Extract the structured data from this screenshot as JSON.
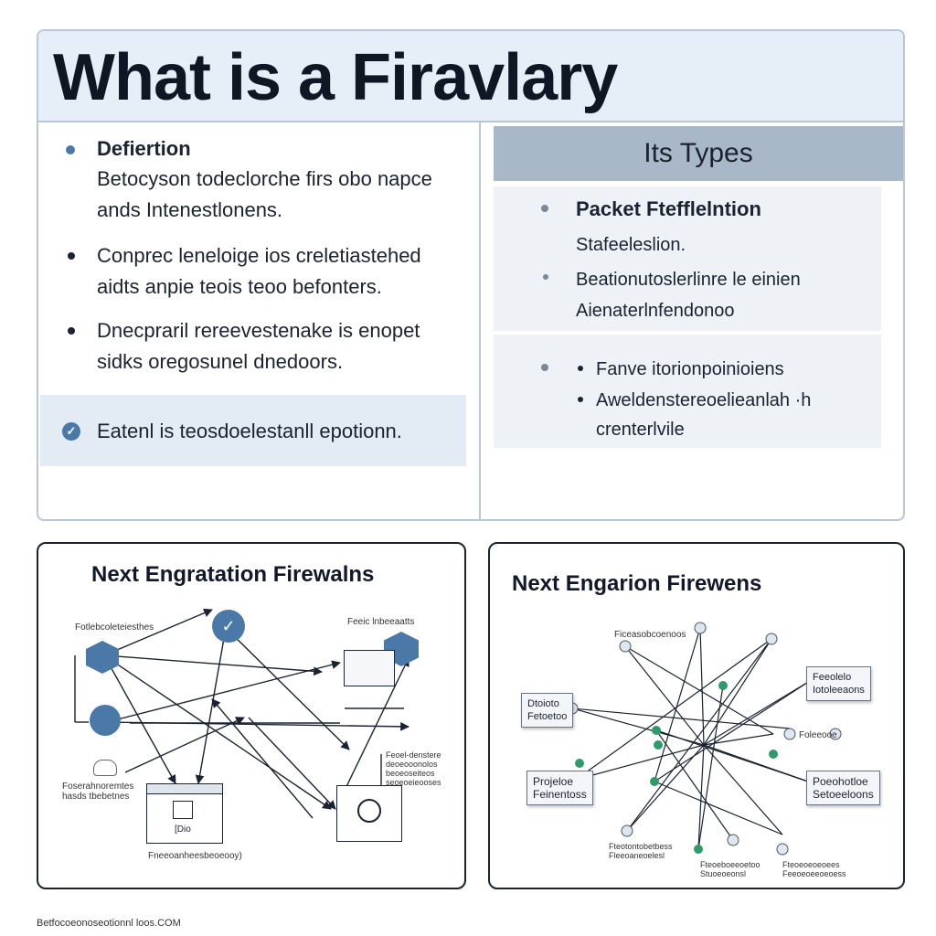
{
  "title": "What is a Firavlary",
  "left_column": {
    "definition_heading": "Defiertion",
    "definition_text": [
      "Betocyson todeclorche firs obo napce",
      "ands Intenestlonens."
    ],
    "bullets": [
      [
        "Conprec leneloige ios creletiastehed",
        "aidts anpie teois teoo befonters."
      ],
      [
        "Dnecpraril rereevestenake is enopet",
        "sidks oregosunel dnedoors."
      ]
    ],
    "highlight": "Eatenl is teosdoelestanll epotionn."
  },
  "types": {
    "title": "Its Types",
    "box1": {
      "heading": "Packet Ftefflelntion",
      "sub": "Stafeeleslion.",
      "line1": "Beationutoslerlinre le einien",
      "line2": "Aienaterlnfendonoo"
    },
    "box2": {
      "item1": "Fanve itorionpoinioiens",
      "item2": "Aweldenstereoelieanlah ·h",
      "item2b": "crenterlvile"
    }
  },
  "diagram_left": {
    "title": "Next Engratation Firewalns",
    "labels": {
      "top_left": "Fotlebcoleteiesthes",
      "top_right": "Feeic lnbeeaatts",
      "left_lower": "Foserahnoremtes\nhasds tbebetnes",
      "right_lower": "Feoel-denstere\ndeoeooonolos\nbeoeoseiteos\nseoeoeieooses",
      "doc_caption": "[Dio",
      "bottom": "Fneeoanheesbeoeooy)"
    }
  },
  "diagram_right": {
    "title": "Next Engarion Firewens",
    "labels": {
      "top": "Ficeasobcoenoos",
      "box_left_top": "Dtoioto\nFetoetoo",
      "box_left_bottom": "Projeloe\nFeinentoss",
      "box_right_top": "Feeolelo\nIotoleeaons",
      "box_right_bottom": "Poeohotloe\nSetoeeloons",
      "right_mid": "Foleeooe",
      "bottom_left": "Fteotontobetbess\nFleeoaneoelesl",
      "bottom_mid": "Fteoeboeeoetoo\nStuoeoeonsl",
      "bottom_right": "Fteoeoeoeoees\nFeeoeoeeoeoess"
    }
  },
  "footer": "Betfocoeonoseotionnl loos.COM",
  "colors": {
    "accent": "#4a79a8",
    "node_green": "#2f9a6a",
    "panel_bg": "#e6eef8",
    "types_header": "#a9b8c8"
  }
}
